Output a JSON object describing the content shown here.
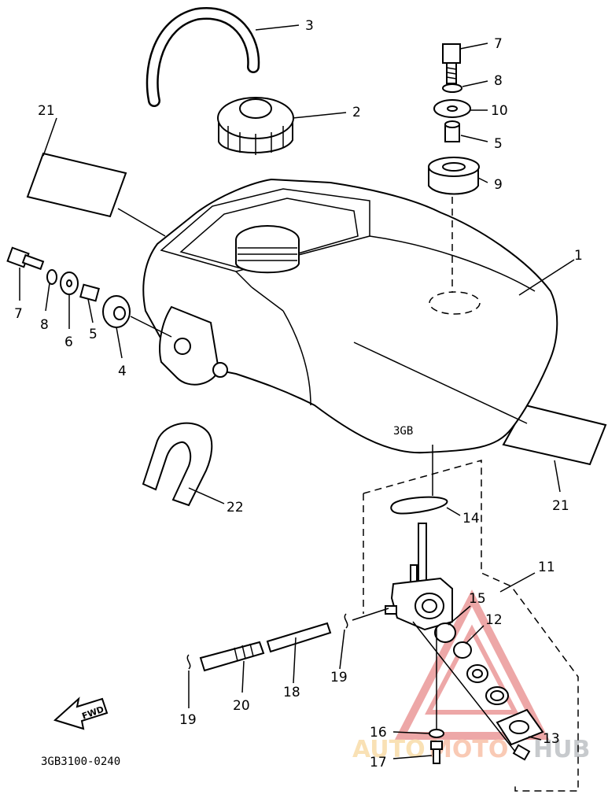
{
  "diagram": {
    "code": "3GB3100-0240",
    "fwd_label": "FWD",
    "watermark": {
      "part1": "AUTO",
      "part2": "MOTO",
      "part3": "HUB"
    },
    "callouts": {
      "c1": "1",
      "c2": "2",
      "c3": "3",
      "c4": "4",
      "c5a": "5",
      "c5b": "5",
      "c6": "6",
      "c7a": "7",
      "c7b": "7",
      "c8a": "8",
      "c8b": "8",
      "c9": "9",
      "c10": "10",
      "c11": "11",
      "c12": "12",
      "c13": "13",
      "c14": "14",
      "c15": "15",
      "c16": "16",
      "c17": "17",
      "c18": "18",
      "c19a": "19",
      "c19b": "19",
      "c20": "20",
      "c21a": "21",
      "c21b": "21",
      "c22": "22"
    }
  }
}
